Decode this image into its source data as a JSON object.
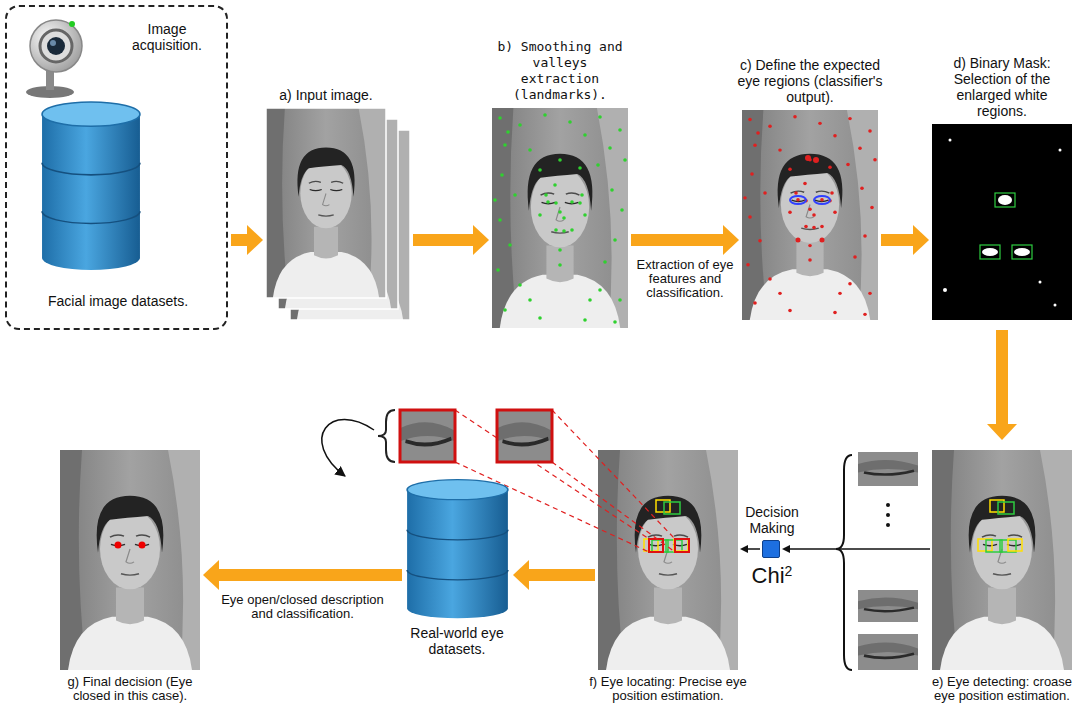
{
  "diagram": {
    "nodes": [
      {
        "text": [
          "Image acquisition.",
          "Facial image datasets."
        ]
      },
      {
        "text": [
          "a) Input image."
        ]
      },
      {
        "text": [
          "b) Smoothing and valleys extraction (landmarks)."
        ]
      },
      {
        "text": [
          "c) Define the expected eye regions (classifier's output)."
        ]
      },
      {
        "text": [
          "d) Binary Mask: Selection of the enlarged white regions."
        ]
      },
      {
        "text": [
          "e) Eye detecting: croase eye position estimation."
        ]
      },
      {
        "text": [
          "Decision Making",
          "Chi",
          "2"
        ]
      },
      {
        "text": [
          "f) Eye locating: Precise eye position estimation."
        ]
      },
      {
        "text": [
          "Real-world eye datasets."
        ]
      },
      {
        "text": [
          "g) Final decision (Eye closed in this case)."
        ]
      }
    ],
    "edges": [
      {
        "from": 0,
        "to": 1,
        "arrow": "to"
      },
      {
        "from": 1,
        "to": 2,
        "arrow": "to"
      },
      {
        "from": 2,
        "to": 3,
        "arrow": "to",
        "label": "Extraction of eye features and classification."
      },
      {
        "from": 3,
        "to": 4,
        "arrow": "to"
      },
      {
        "from": 4,
        "to": 5,
        "arrow": "to"
      },
      {
        "from": 5,
        "to": 6,
        "arrow": "to"
      },
      {
        "from": 6,
        "to": 7,
        "arrow": "to"
      },
      {
        "from": 7,
        "to": 8,
        "arrow": "to"
      },
      {
        "from": 8,
        "to": 9,
        "arrow": "to",
        "label": "Eye open/closed description and classification."
      }
    ]
  }
}
